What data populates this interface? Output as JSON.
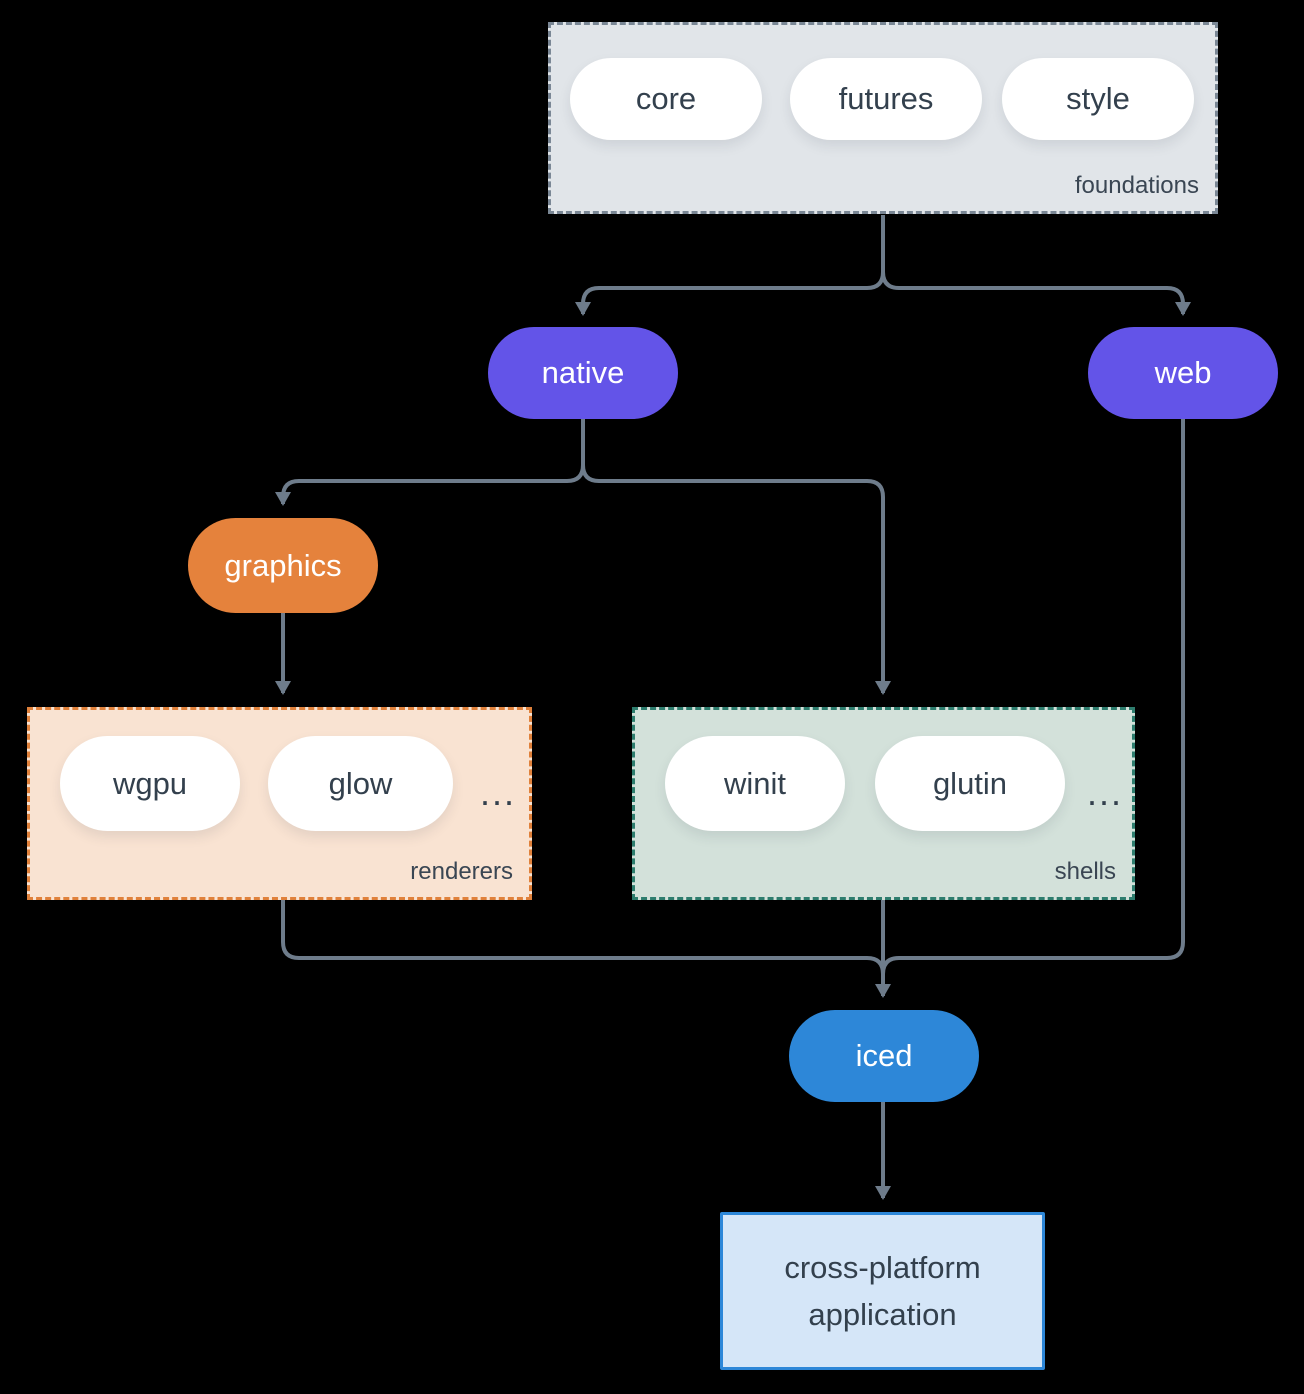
{
  "colors": {
    "background": "#000000",
    "arrow": "#6e7c8b",
    "foundations_fill": "#e1e5e9",
    "foundations_border": "#7a8795",
    "purple": "#6354e8",
    "orange": "#e5823c",
    "renderers_fill": "#f9e3d2",
    "renderers_border": "#e0813b",
    "shells_fill": "#d3e1da",
    "shells_border": "#2e7d6e",
    "blue": "#2d87d8",
    "app_fill": "#d5e6f8",
    "pill_text": "#33404d",
    "label_text": "#3a4653"
  },
  "diagram": {
    "foundations": {
      "label": "foundations",
      "pills": [
        "core",
        "futures",
        "style"
      ]
    },
    "native": {
      "label": "native"
    },
    "web": {
      "label": "web"
    },
    "graphics": {
      "label": "graphics"
    },
    "renderers": {
      "label": "renderers",
      "pills": [
        "wgpu",
        "glow"
      ],
      "more": "..."
    },
    "shells": {
      "label": "shells",
      "pills": [
        "winit",
        "glutin"
      ],
      "more": "..."
    },
    "iced": {
      "label": "iced"
    },
    "application": {
      "label": "cross-platform application"
    }
  }
}
